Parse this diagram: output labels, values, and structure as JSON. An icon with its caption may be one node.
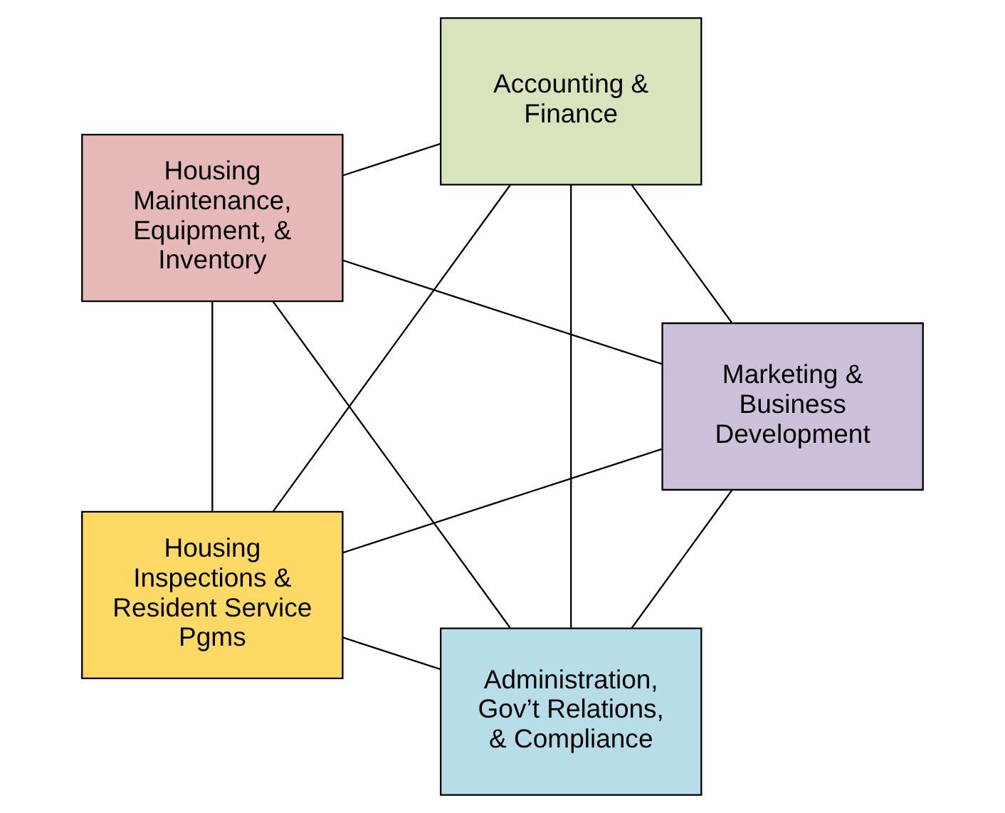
{
  "diagram": {
    "nodes": [
      {
        "text": [
          "Administration, Gov’t Relations, & Compliance"
        ]
      },
      {
        "text": [
          "Marketing & Business Development"
        ]
      },
      {
        "text": [
          "Housing Maintenance, Equipment, & Inventory"
        ]
      },
      {
        "text": [
          "Accounting & Finance"
        ]
      },
      {
        "text": [
          "Housing Inspections & Resident Service Pgms"
        ]
      }
    ],
    "edges": [
      {
        "from": 0,
        "to": 1,
        "arrow": "none"
      },
      {
        "from": 0,
        "to": 2,
        "arrow": "none"
      },
      {
        "from": 0,
        "to": 3,
        "arrow": "none"
      },
      {
        "from": 0,
        "to": 4,
        "arrow": "none"
      },
      {
        "from": 1,
        "to": 2,
        "arrow": "none"
      },
      {
        "from": 1,
        "to": 3,
        "arrow": "none"
      },
      {
        "from": 1,
        "to": 4,
        "arrow": "none"
      },
      {
        "from": 2,
        "to": 3,
        "arrow": "none"
      },
      {
        "from": 2,
        "to": 4,
        "arrow": "none"
      },
      {
        "from": 3,
        "to": 4,
        "arrow": "none"
      }
    ]
  }
}
